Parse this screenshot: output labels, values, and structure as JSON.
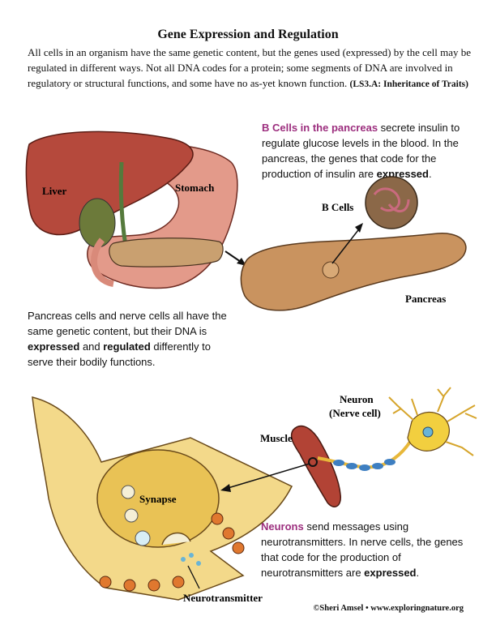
{
  "title": "Gene Expression and Regulation",
  "intro": {
    "text": "All cells in an organism have the same genetic content, but the genes used (expressed) by the cell may be regulated in different ways. Not all DNA codes for a protein; some segments of DNA are involved in regulatory or structural functions, and some have no as-yet known function.",
    "standard": "(LS3.A: Inheritance of Traits)"
  },
  "bcells_para": {
    "highlight": "B Cells in the pancreas",
    "text1": " secrete insulin to regulate glucose levels in the blood. In the pancreas, the genes that code for the production of insulin are ",
    "bold": "expressed",
    "text2": "."
  },
  "middle_para": {
    "text1": "Pancreas cells and nerve cells all have the same genetic content, but their DNA is ",
    "bold1": "expressed",
    "text2": " and ",
    "bold2": "regulated",
    "text3": " differently to serve their bodily functions."
  },
  "neuron_para": {
    "highlight": "Neurons",
    "text1": " send messages using neurotransmitters. In nerve cells, the genes that code for the production of neurotransmitters are ",
    "bold": "expressed",
    "text2": "."
  },
  "labels": {
    "liver": "Liver",
    "stomach": "Stomach",
    "b_cells": "B Cells",
    "pancreas": "Pancreas",
    "neuron_line1": "Neuron",
    "neuron_line2": "(Nerve cell)",
    "muscle": "Muscle",
    "synapse": "Synapse",
    "neurotransmitter": "Neurotransmitter"
  },
  "credit": "©Sheri Amsel • www.exploringnature.org",
  "colors": {
    "highlight": "#9c2e7e",
    "liver": "#b5493c",
    "stomach": "#e39a8a",
    "pancreas": "#c9935f",
    "neuron": "#f2cf3f",
    "axon_myelin": "#3e7fc1",
    "muscle": "#b24335",
    "synapse_outer": "#f3d98a",
    "receptor": "#e0782f",
    "vesicle_blue": "#6ab4d6"
  }
}
